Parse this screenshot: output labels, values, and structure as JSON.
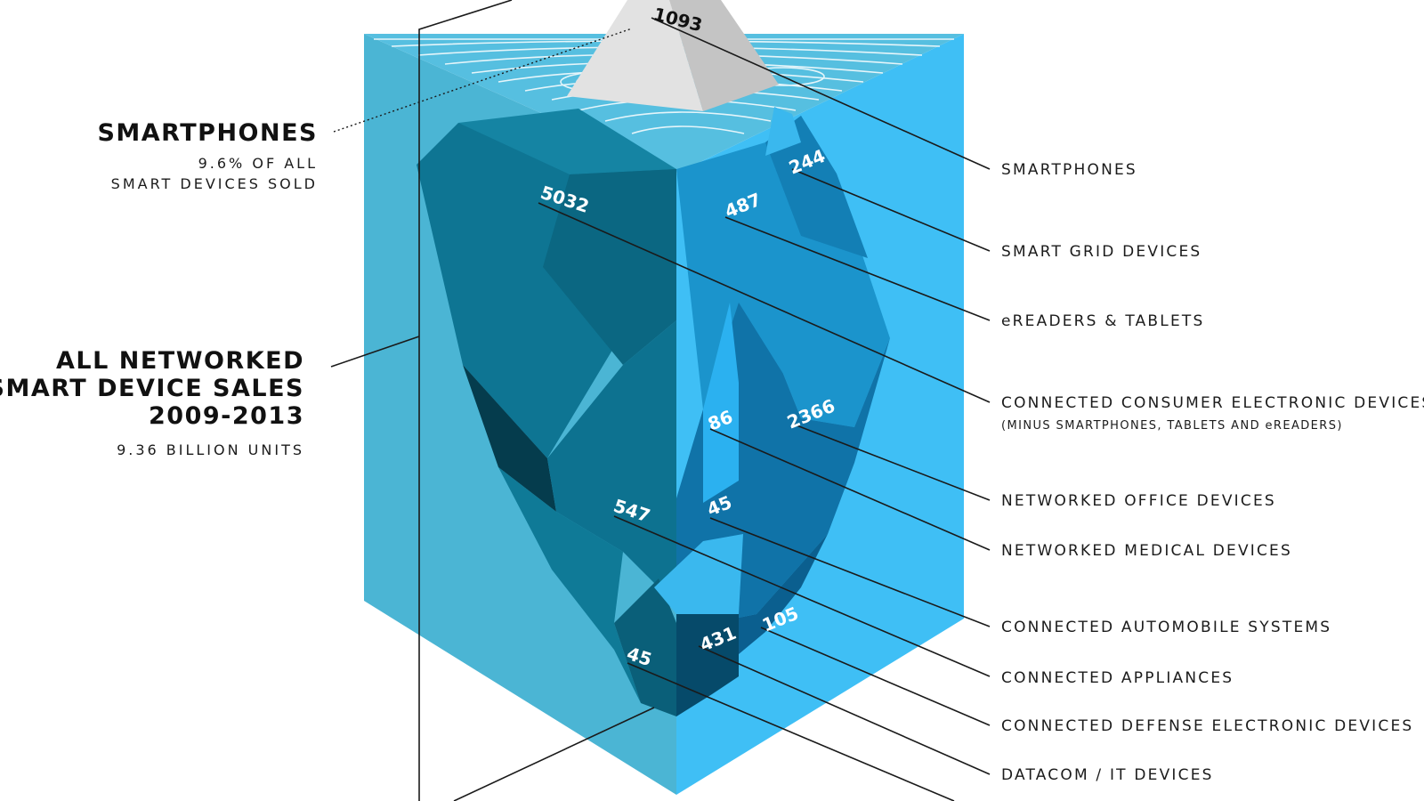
{
  "smartphones_callout": {
    "title": "SMARTPHONES",
    "line1": "9.6% OF ALL",
    "line2": "SMART DEVICES SOLD"
  },
  "total_callout": {
    "line1": "ALL NETWORKED",
    "line2": "SMART DEVICE SALES",
    "line3": "2009-2013",
    "subtitle": "9.36 BILLION UNITS"
  },
  "values": {
    "smartphones": "1093",
    "smart_grid": "244",
    "ereaders": "487",
    "consumer_electronics": "5032",
    "office": "2366",
    "medical": "86",
    "automobile": "45",
    "appliances": "547",
    "defense": "105",
    "datacom": "431",
    "last": "45"
  },
  "categories": {
    "smartphones": "SMARTPHONES",
    "smart_grid": "SMART GRID DEVICES",
    "ereaders": "eREADERS & TABLETS",
    "consumer_electronics": "CONNECTED CONSUMER ELECTRONIC DEVICES",
    "consumer_electronics_note": "(MINUS SMARTPHONES, TABLETS AND eREADERS)",
    "office": "NETWORKED OFFICE DEVICES",
    "medical": "NETWORKED MEDICAL DEVICES",
    "automobile": "CONNECTED AUTOMOBILE SYSTEMS",
    "appliances": "CONNECTED APPLIANCES",
    "defense": "CONNECTED DEFENSE ELECTRONIC DEVICES",
    "datacom": "DATACOM / IT DEVICES"
  },
  "colors": {
    "water_left": "#4bb5d4",
    "water_right": "#3fbff5",
    "ice_dark": "#0c6f8c",
    "ice_mid": "#1a8fc4",
    "ice_light": "#2ba8e8",
    "tip_light": "#e2e2e2",
    "tip_shade": "#c4c4c4"
  }
}
